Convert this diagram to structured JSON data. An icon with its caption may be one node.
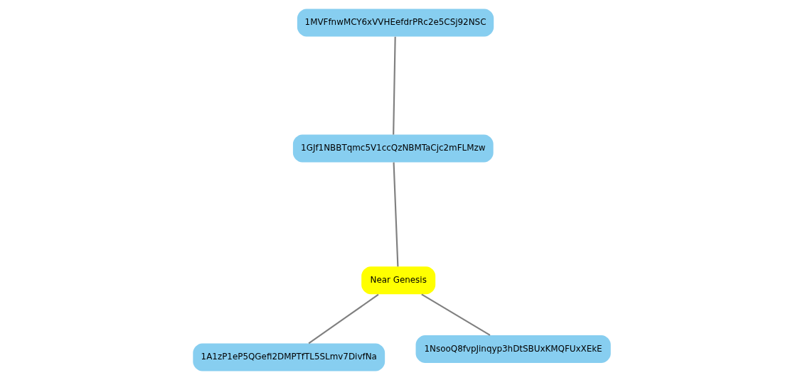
{
  "diagram": {
    "nodes": [
      {
        "text": [
          "Near Genesis"
        ]
      },
      {
        "text": [
          "1NsooQ8fvpJinqyp3hDtSBUxKMQFUxXEkE"
        ]
      },
      {
        "text": [
          "1A1zP1eP5QGefi2DMPTfTL5SLmv7DivfNa"
        ]
      },
      {
        "text": [
          "1GJf1NBBTqmc5V1ccQzNBMTaCjc2mFLMzw"
        ]
      },
      {
        "text": [
          "1MVFfnwMCY6xVVHEefdrPRc2e5CSj92NSC"
        ]
      }
    ],
    "edges": [
      {
        "from": 1,
        "to": 0,
        "arrow": "none"
      },
      {
        "from": 2,
        "to": 0,
        "arrow": "none"
      },
      {
        "from": 0,
        "to": 3,
        "arrow": "none"
      },
      {
        "from": 3,
        "to": 4,
        "arrow": "none"
      }
    ]
  }
}
